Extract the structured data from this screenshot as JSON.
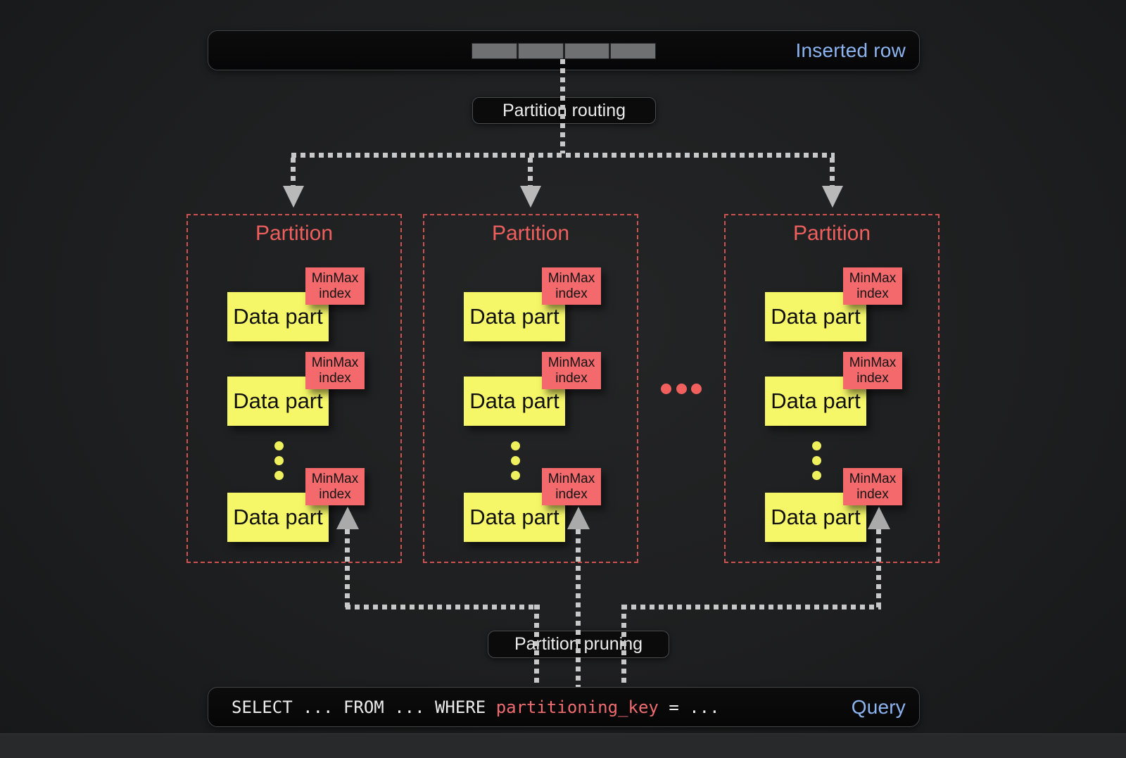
{
  "inserted_row": {
    "label": "Inserted row",
    "segment_count": 4
  },
  "badges": {
    "routing": "Partition routing",
    "pruning": "Partition pruning"
  },
  "partitions": [
    {
      "title": "Partition",
      "parts": [
        {
          "label": "Data part",
          "index_label": "MinMax index"
        },
        {
          "label": "Data part",
          "index_label": "MinMax index"
        },
        {
          "label": "Data part",
          "index_label": "MinMax index"
        }
      ]
    },
    {
      "title": "Partition",
      "parts": [
        {
          "label": "Data part",
          "index_label": "MinMax index"
        },
        {
          "label": "Data part",
          "index_label": "MinMax index"
        },
        {
          "label": "Data part",
          "index_label": "MinMax index"
        }
      ]
    },
    {
      "title": "Partition",
      "parts": [
        {
          "label": "Data part",
          "index_label": "MinMax index"
        },
        {
          "label": "Data part",
          "index_label": "MinMax index"
        },
        {
          "label": "Data part",
          "index_label": "MinMax index"
        }
      ]
    }
  ],
  "query": {
    "select_clause": "SELECT ... FROM ... WHERE ",
    "key": "partitioning_key",
    "equals_clause": " = ...",
    "label": "Query"
  },
  "colors": {
    "accent_blue": "#8cb4f0",
    "accent_red": "#ef5f5e",
    "box_yellow": "#f5f768",
    "box_coral": "#f3696c",
    "line_gray": "#c8c8c8"
  }
}
